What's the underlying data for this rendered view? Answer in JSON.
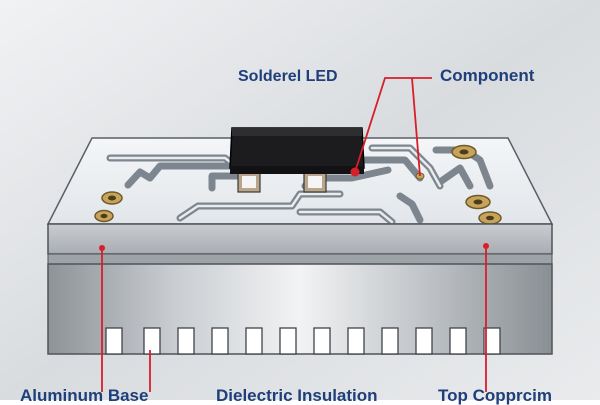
{
  "title": "",
  "labels": {
    "soldered_led": "Solderel LED",
    "component": "Component",
    "aluminum_base": "Aluminum Base",
    "dielectric_insulation": "Dielectric Insulation",
    "top_copper": "Top Copprcim"
  },
  "colors": {
    "label_text": "#1f3f7a",
    "callout_red": "#d81e2a",
    "board_top": "#eef1f4",
    "copper_trace": "#8a949c",
    "pad_gold": "#c8a45a",
    "aluminum": "#b9bec4",
    "led_body": "#1c1c1e",
    "background": "#dfe2e5"
  },
  "icons": {
    "led": "smd-led-icon",
    "pad": "solder-pad-icon",
    "marker": "callout-dot-icon"
  }
}
